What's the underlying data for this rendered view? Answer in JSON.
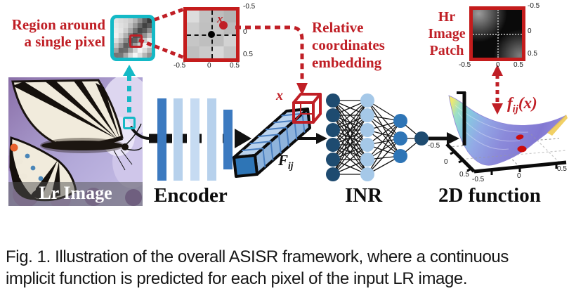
{
  "ann": {
    "region": {
      "line1": "Region around",
      "line2": "a single pixel"
    },
    "relative": {
      "line1": "Relative",
      "line2": "coordinates",
      "line3": "embedding"
    },
    "hr": {
      "line1": "Hr",
      "line2": "Image",
      "line3": "Patch"
    },
    "grid_x": "x",
    "cube_x": "x",
    "feature": {
      "F": "F",
      "sub": "ij"
    },
    "fx": {
      "f": "f",
      "sub": "ij",
      "args": "(x)"
    }
  },
  "stages": {
    "lr": "Lr Image",
    "encoder": "Encoder",
    "inr": "INR",
    "plot": "2D function"
  },
  "grid": {
    "right": [
      "-0.5",
      "0",
      "0.5"
    ],
    "bottom": [
      "-0.5",
      "0",
      "0.5"
    ],
    "pixels": [
      [
        "#dcdcdc",
        "#c2c2c2",
        "#bdbdbd",
        "#b3b3b3"
      ],
      [
        "#cdcdcd",
        "#c0c0c0",
        "#c6c6c6",
        "#bcbcbc"
      ],
      [
        "#c6c6c6",
        "#bfbfbf",
        "#bdbdbd",
        "#d2d2d2"
      ],
      [
        "#bfbfbf",
        "#cacaca",
        "#d8d8d8",
        "#c6c6c6"
      ]
    ]
  },
  "hr_patch": {
    "right": [
      "-0.5",
      "0",
      "0.5"
    ],
    "bottom": [
      "-0.5",
      "0",
      "0.5"
    ]
  },
  "plot": {
    "left": [
      "-0.5",
      "0",
      "0.5"
    ],
    "bottom": [
      "-0.5",
      "0",
      "0.5"
    ]
  },
  "region_patch": {
    "pixels": [
      [
        "#e3e3e3",
        "#dcdcdc",
        "#d6d6d6",
        "#cccccc",
        "#b5b5b5",
        "#8f8f8f",
        "#606060",
        "#3a3a3a"
      ],
      [
        "#e8e8e8",
        "#e0e0e0",
        "#d8d8d8",
        "#c0c0c0",
        "#9a9a9a",
        "#6a6a6a",
        "#424242",
        "#585858"
      ],
      [
        "#ececec",
        "#e4e4e4",
        "#cdcdcd",
        "#a8a8a8",
        "#757575",
        "#484848",
        "#5a5a5a",
        "#8a8a8a"
      ],
      [
        "#f0f0f0",
        "#d8d8d8",
        "#b2b2b2",
        "#808080",
        "#505050",
        "#5f5f5f",
        "#8f8f8f",
        "#c0c0c0"
      ],
      [
        "#dcdcdc",
        "#bcbcbc",
        "#8a8a8a",
        "#565656",
        "#606060",
        "#949494",
        "#c6c6c6",
        "#ededed"
      ],
      [
        "#c4c4c4",
        "#949494",
        "#5e5e5e",
        "#666666",
        "#9a9a9a",
        "#cccccc",
        "#f2f2f2",
        "#e0e0e0"
      ],
      [
        "#a0a0a0",
        "#686868",
        "#6e6e6e",
        "#a0a0a0",
        "#d2d2d2",
        "#f4f4f4",
        "#dcdcdc",
        "#b8b8b8"
      ],
      [
        "#757575",
        "#787878",
        "#a8a8a8",
        "#d8d8d8",
        "#f6f6f6",
        "#dedede",
        "#b6b6b6",
        "#929292"
      ]
    ]
  },
  "inr": {
    "layers": [
      6,
      6,
      3,
      1
    ]
  },
  "colors": {
    "accent_red": "#c01f26",
    "border_red": "#c41c1c",
    "cyan": "#14b9c6",
    "bar_dark": "#3c7ac0",
    "bar_light": "#b7d1ec",
    "node_dark": "#1e4b70",
    "node_light": "#a5c8e8",
    "node_mid": "#2e75b6",
    "feature_face": "#2e75b6",
    "feature_top": "#bcd4ee"
  },
  "caption": {
    "line1": "Fig. 1. Illustration of the overall ASISR framework, where a continuous",
    "line2": "implicit function is predicted for each pixel of the input LR image."
  }
}
